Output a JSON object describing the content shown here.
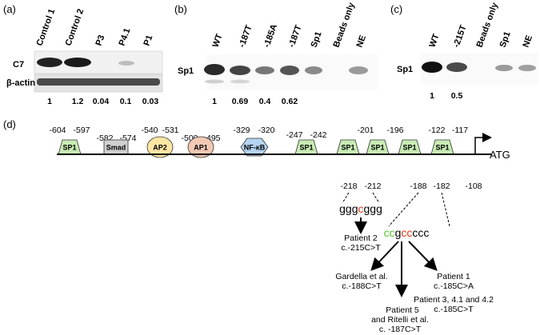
{
  "panel_a": {
    "label": "(a)",
    "lanes": [
      "Control 1",
      "Control 2",
      "P3",
      "P4.1",
      "P1"
    ],
    "band_labels": [
      "C7",
      "β-actin"
    ],
    "values": [
      "1",
      "1.2",
      "0.04",
      "0.1",
      "0.03"
    ]
  },
  "panel_b": {
    "label": "(b)",
    "lanes": [
      "WT",
      "-187T",
      "-185A",
      "-187T",
      "Sp1",
      "Beads only",
      "NE"
    ],
    "band_label": "Sp1",
    "values": [
      "1",
      "0.69",
      "0.4",
      "0.62"
    ]
  },
  "panel_c": {
    "label": "(c)",
    "lanes": [
      "WT",
      "-215T",
      "Beads only",
      "Sp1",
      "NE"
    ],
    "band_label": "Sp1",
    "values": [
      "1",
      "0.5"
    ]
  },
  "panel_d": {
    "label": "(d)",
    "atg": "ATG",
    "atg_pos": "-108",
    "sites": [
      {
        "name": "SP1",
        "start": "-604",
        "end": "-597",
        "color": "#c8ebb4"
      },
      {
        "name": "Smad",
        "start": "-582",
        "end": "-574",
        "color": "#d0d0d0"
      },
      {
        "name": "AP2",
        "start": "-540",
        "end": "-531",
        "color": "#fbe6a4"
      },
      {
        "name": "AP1",
        "start": "-500",
        "end": "-495",
        "color": "#f3c9b4"
      },
      {
        "name": "NF-κB",
        "start": "-329",
        "end": "-320",
        "color": "#b4d4f0"
      },
      {
        "name": "SP1",
        "start": "-247",
        "end": "-242",
        "color": "#c8ebb4"
      },
      {
        "name": "SP1",
        "start": "",
        "end": "",
        "color": "#c8ebb4"
      },
      {
        "name": "SP1",
        "start": "-201",
        "end": "-196",
        "color": "#c8ebb4"
      },
      {
        "name": "SP1",
        "start": "",
        "end": "",
        "color": "#c8ebb4"
      },
      {
        "name": "SP1",
        "start": "-122",
        "end": "-117",
        "color": "#c8ebb4"
      }
    ],
    "below_positions": [
      "-218",
      "-212",
      "-188",
      "-182"
    ],
    "seq1": {
      "pre": "ggg",
      "mut": "c",
      "post": "ggg"
    },
    "seq2": {
      "p1": "cc",
      "p2": "g",
      "p3": "cc",
      "p4": "ccc"
    },
    "patient2": {
      "name": "Patient 2",
      "variant": "c.-215C>T",
      "color": "#e0361e"
    },
    "gardella": {
      "name": "Gardella et al.",
      "variant": "c.-188C>T"
    },
    "patient1": {
      "name": "Patient 1",
      "variant": "c.-185C>A",
      "color": "#e0361e"
    },
    "patient3": {
      "name": "Patient 3, 4.1 and 4.2",
      "variant": "c.-185C>T",
      "color": "#e0361e"
    },
    "patient5": {
      "name": "Patient 5",
      "name2": "and  Ritelli et al.",
      "variant": "c. -187C>T",
      "color": "#5cc534"
    }
  }
}
